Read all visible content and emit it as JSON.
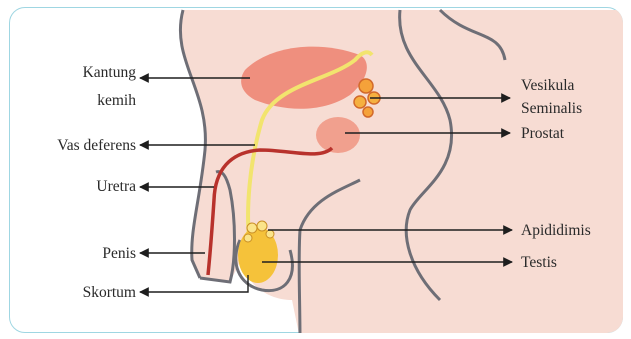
{
  "labels": {
    "kantung_kemih_1": "Kantung",
    "kantung_kemih_2": "kemih",
    "vas_deferens": "Vas deferens",
    "uretra": "Uretra",
    "penis": "Penis",
    "skortum": "Skortum",
    "vesikula_1": "Vesikula",
    "vesikula_2": "Seminalis",
    "prostat": "Prostat",
    "apididimis": "Apididimis",
    "testis": "Testis"
  },
  "colors": {
    "frame_border": "#9fd6e2",
    "skin": "#f7dcd3",
    "outline": "#6e6e76",
    "bladder": "#ef8f7e",
    "vas_deferens": "#f2e46e",
    "urethra": "#b8322c",
    "testis": "#f5c23a",
    "arrow": "#1e1e1e"
  },
  "icons": {
    "arrow": "arrow-icon"
  }
}
